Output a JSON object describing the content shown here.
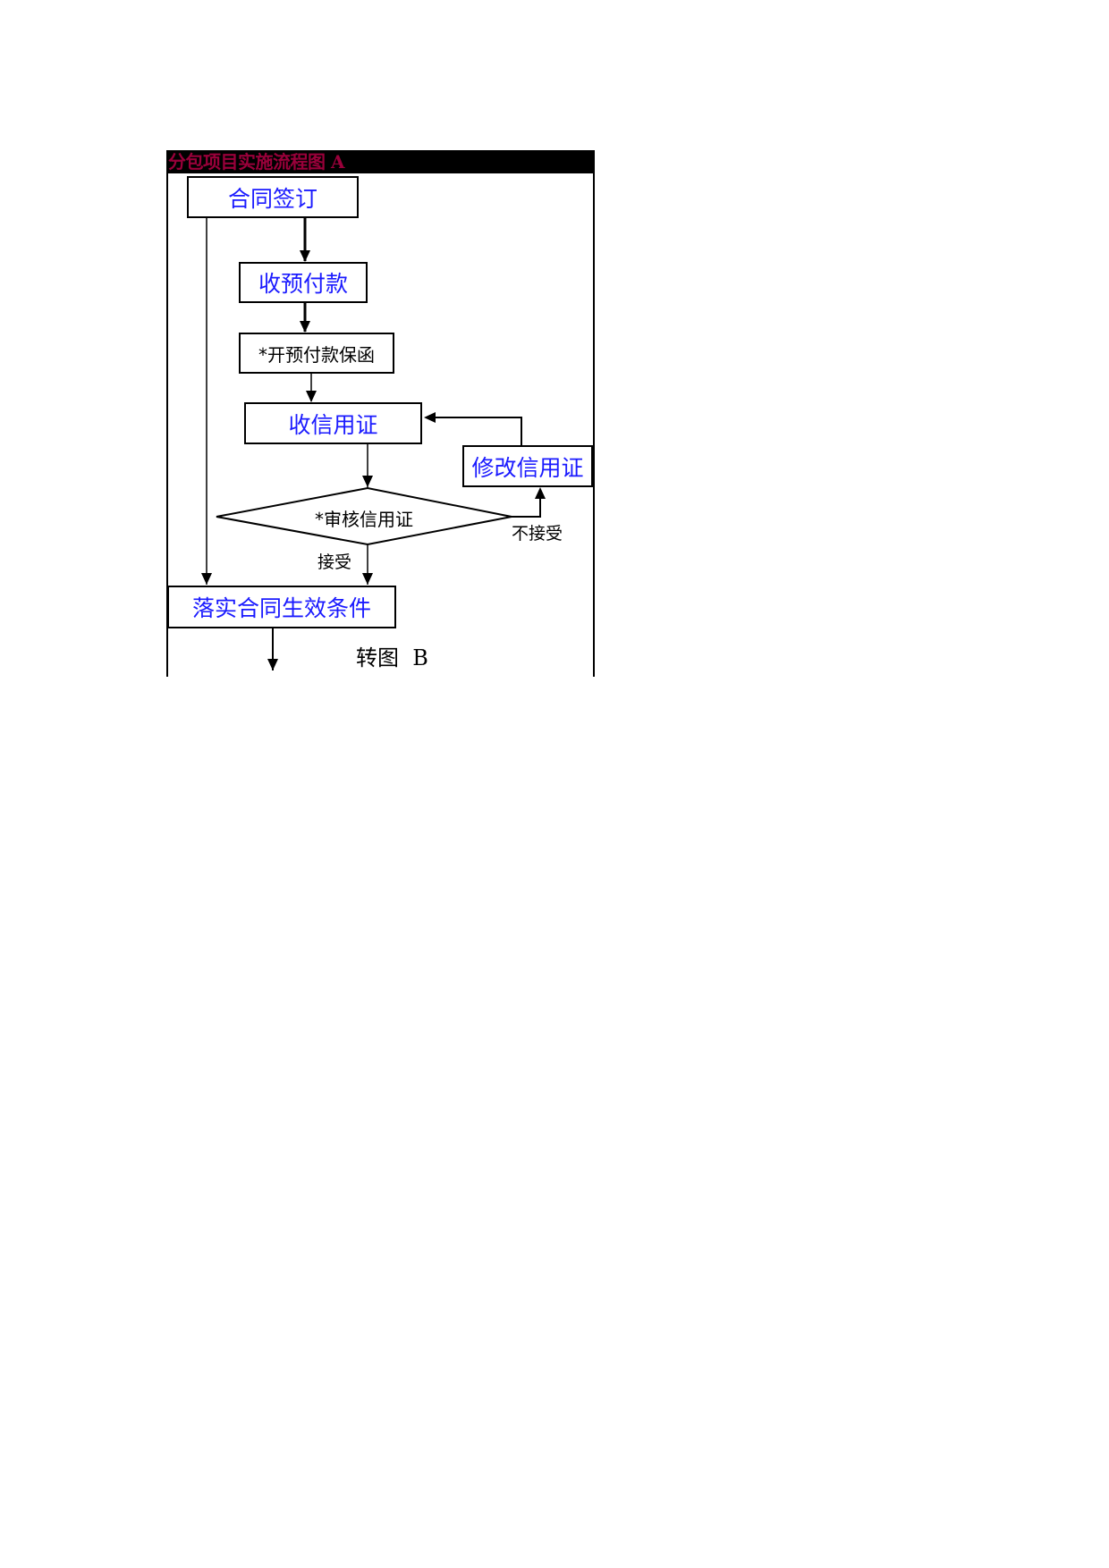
{
  "title": "分包项目实施流程图 A",
  "colors": {
    "title_text": "#99003a",
    "title_bar": "#000000",
    "node_text_blue": "#1a1aff",
    "node_text_black": "#000000",
    "lines": "#000000"
  },
  "nodes": {
    "contract_signing": "合同签订",
    "receive_advance_payment": "收预付款",
    "issue_advance_guarantee": "*开预付款保函",
    "receive_lc": "收信用证",
    "modify_lc": "修改信用证",
    "review_lc": "*审核信用证",
    "implement_effective_conditions": "落实合同生效条件"
  },
  "edge_labels": {
    "accept": "接受",
    "reject": "不接受"
  },
  "continuation": "转图  B"
}
